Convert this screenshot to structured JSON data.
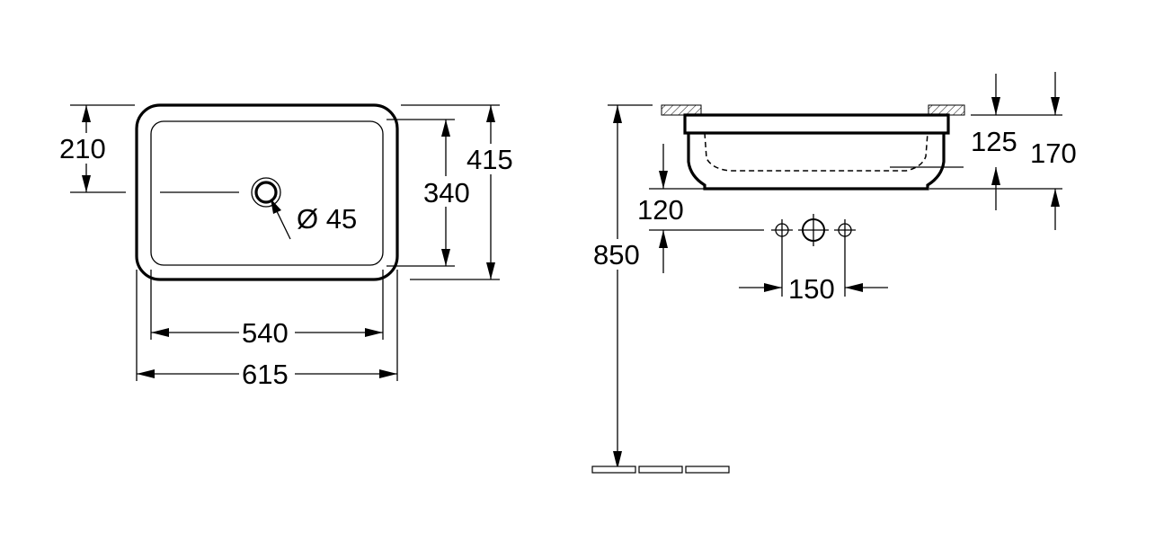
{
  "top_view": {
    "width_outer": "615",
    "width_inner": "540",
    "depth_outer": "415",
    "depth_inner": "340",
    "drain_offset": "210",
    "drain_diameter": "Ø 45"
  },
  "side_view": {
    "rim_to_bottom": "170",
    "bowl_depth": "125",
    "tap_height_above_rim": "120",
    "installation_height": "850",
    "tap_hole_spacing": "150"
  }
}
